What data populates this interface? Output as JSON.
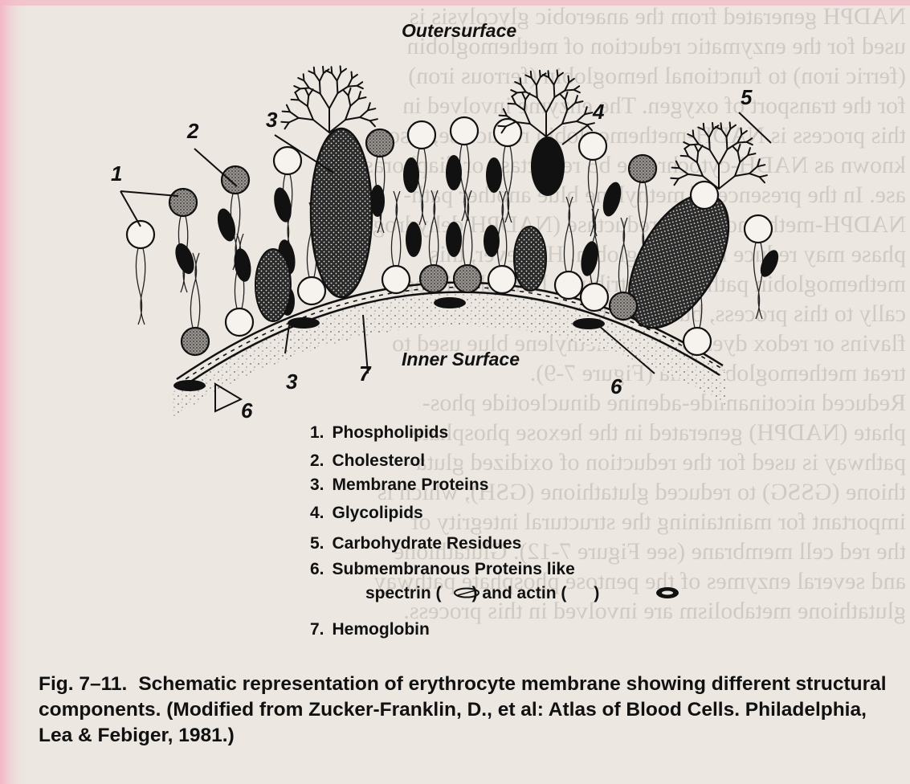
{
  "diagram": {
    "outer_surface_label": "Outersurface",
    "inner_surface_label": "Inner Surface",
    "callouts": [
      "1",
      "2",
      "3",
      "4",
      "5",
      "3",
      "6",
      "6",
      "7"
    ]
  },
  "legend": [
    {
      "num": "1.",
      "text": "Phospholipids"
    },
    {
      "num": "2.",
      "text": "Cholesterol"
    },
    {
      "num": "3.",
      "text": "Membrane Proteins"
    },
    {
      "num": "4.",
      "text": "Glycolipids"
    },
    {
      "num": "5.",
      "text": "Carbohydrate Residues"
    },
    {
      "num": "6.",
      "text": "Submembranous Proteins like"
    },
    {
      "num": "",
      "text": "spectrin (",
      "text2": ") and actin (",
      "text3": ")"
    },
    {
      "num": "7.",
      "text": "Hemoglobin"
    }
  ],
  "caption": {
    "fig_label": "Fig. 7–11.",
    "text": "Schematic representation of erythrocyte membrane showing different structural components. (Modified from Zucker-Franklin, D., et al: Atlas of Blood Cells. Philadelphia, Lea & Febiger, 1981.)"
  },
  "bleed_through_lines": [
    "NADPH generated from the anaerobic glycolysis is",
    "used for the enzymatic reduction of methemoglobin",
    "(ferric iron) to functional hemoglobin (ferrous iron)",
    "for the transport of oxygen. The enzyme involved in",
    "this process is NADH-methemoglobin reductase, also",
    "known as NADH-cytochrome b5 reductase or diaphorase",
    "ase. In the presence of methylene blue another path-",
    "NADPH-methemoglobin reductase (NADPH dehydrogenase)",
    "phase may reduce methemoglobin. However, this",
    "methemoglobin pathway contributes little physiologi-",
    "cally to this process, but it can be activated by various",
    "flavins or redox dyes, such as methylene blue used to",
    "treat methemoglobinemia (Figure 7-9).",
    "Reduced nicotinamide-adenine dinucleotide phos-",
    "phate (NADPH) generated in the hexose phosphate",
    "pathway is used for the reduction of oxidized gluta-",
    "thione (GSSG) to reduced glutathione (GSH), which is",
    "important for maintaining the structural integrity of",
    "the red cell membrane (see Figure 7-12). Glutathione",
    "and several enzymes of the pentose phosphate pathway",
    "glutathione metabolism are involved in this process."
  ],
  "colors": {
    "page": "#ece7e1",
    "ink": "#111111",
    "pink_edge": "#f3b7c6",
    "bleed": "#b9b3ad"
  }
}
